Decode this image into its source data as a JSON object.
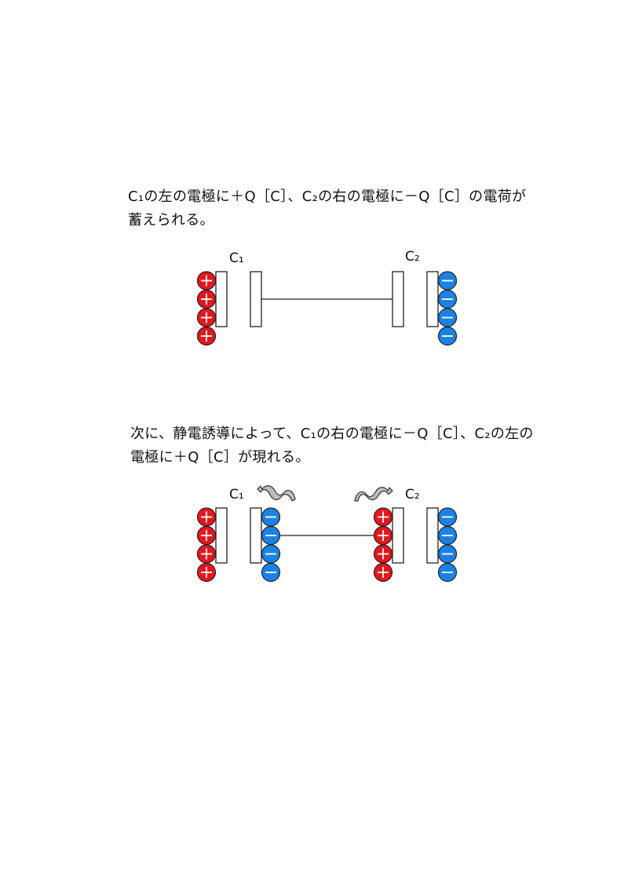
{
  "captions": {
    "first": "C₁の左の電極に＋Q［C］、C₂の右の電極に－Q［C］の電荷が\n蓄えられる。",
    "second": "次に、静電誘導によって、C₁の右の電極に－Q［C］、C₂の左の\n電極に＋Q［C］が現れる。"
  },
  "labels": {
    "c1": "C₁",
    "c2": "C₂"
  },
  "symbols": {
    "plus": "+",
    "minus": "−"
  },
  "colors": {
    "positive": "#e8161c",
    "negative": "#1a82e6",
    "wire": "#222222",
    "arrow_fill": "#bdbdbd"
  }
}
